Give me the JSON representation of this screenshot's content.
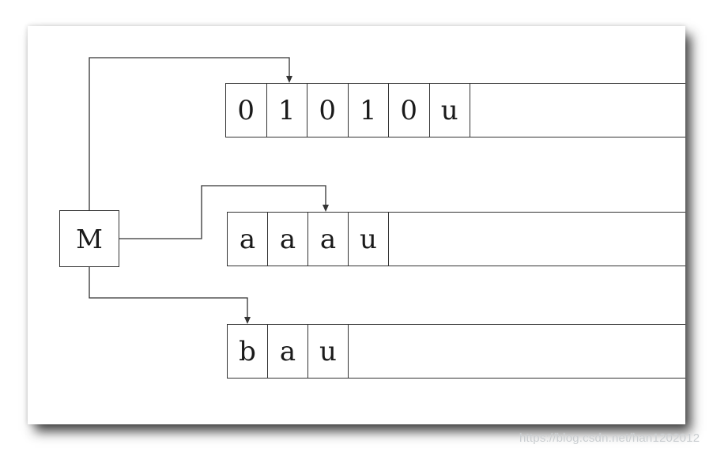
{
  "diagram": {
    "machine_label": "M",
    "tapes": [
      {
        "name": "tape-1",
        "cells": [
          "0",
          "1",
          "0",
          "1",
          "0",
          "u"
        ]
      },
      {
        "name": "tape-2",
        "cells": [
          "a",
          "a",
          "a",
          "u"
        ]
      },
      {
        "name": "tape-3",
        "cells": [
          "b",
          "a",
          "u"
        ]
      }
    ],
    "arrow_targets": [
      "tape-1 cell 2",
      "tape-2 cell 3",
      "tape-3 cell 1"
    ]
  },
  "colors": {
    "line": "#333333",
    "text": "#1a1a1a",
    "panel_background": "#ffffff",
    "watermark": "#c9cdd0"
  },
  "watermark": {
    "text": "https://blog.csdn.net/han1202012"
  }
}
